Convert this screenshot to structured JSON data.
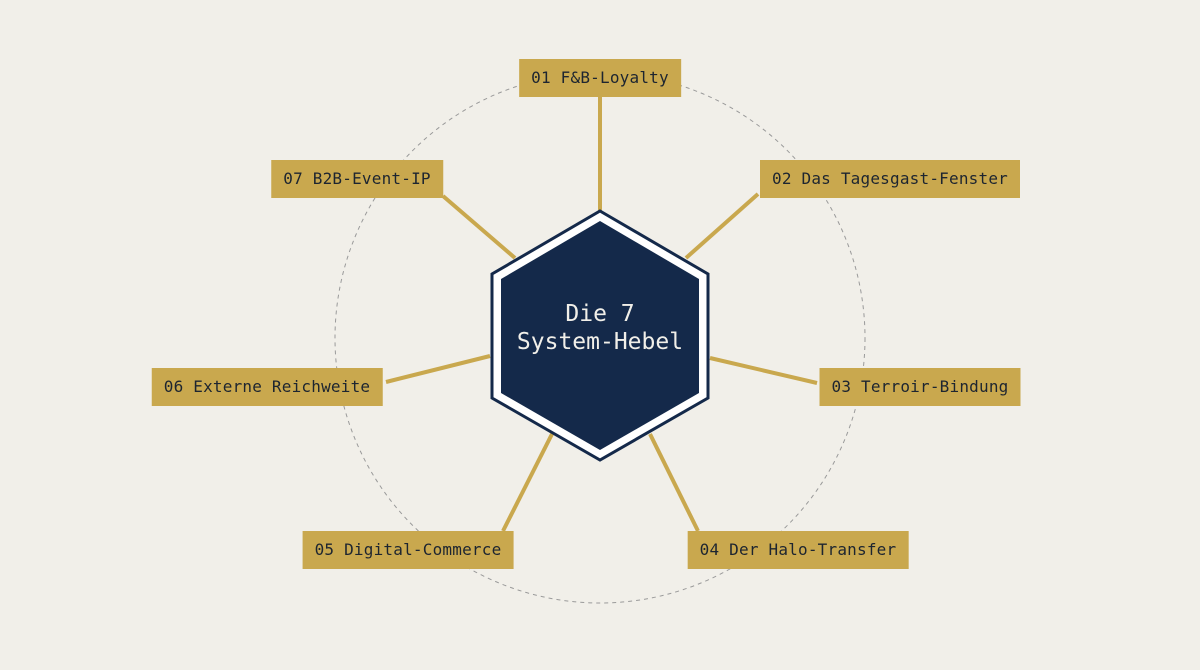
{
  "center": {
    "line1": "Die 7",
    "line2": "System-Hebel"
  },
  "levers": [
    {
      "label": "01 F&B-Loyalty"
    },
    {
      "label": "02 Das Tagesgast-Fenster"
    },
    {
      "label": "03 Terroir-Bindung"
    },
    {
      "label": "04 Der Halo-Transfer"
    },
    {
      "label": "05 Digital-Commerce"
    },
    {
      "label": "06 Externe Reichweite"
    },
    {
      "label": "07 B2B-Event-IP"
    }
  ],
  "colors": {
    "background": "#f1efe9",
    "hexagon_fill": "#14294a",
    "label_fill": "#c9a84e",
    "connector": "#c9a84e",
    "ring": "#9a9a9a"
  }
}
